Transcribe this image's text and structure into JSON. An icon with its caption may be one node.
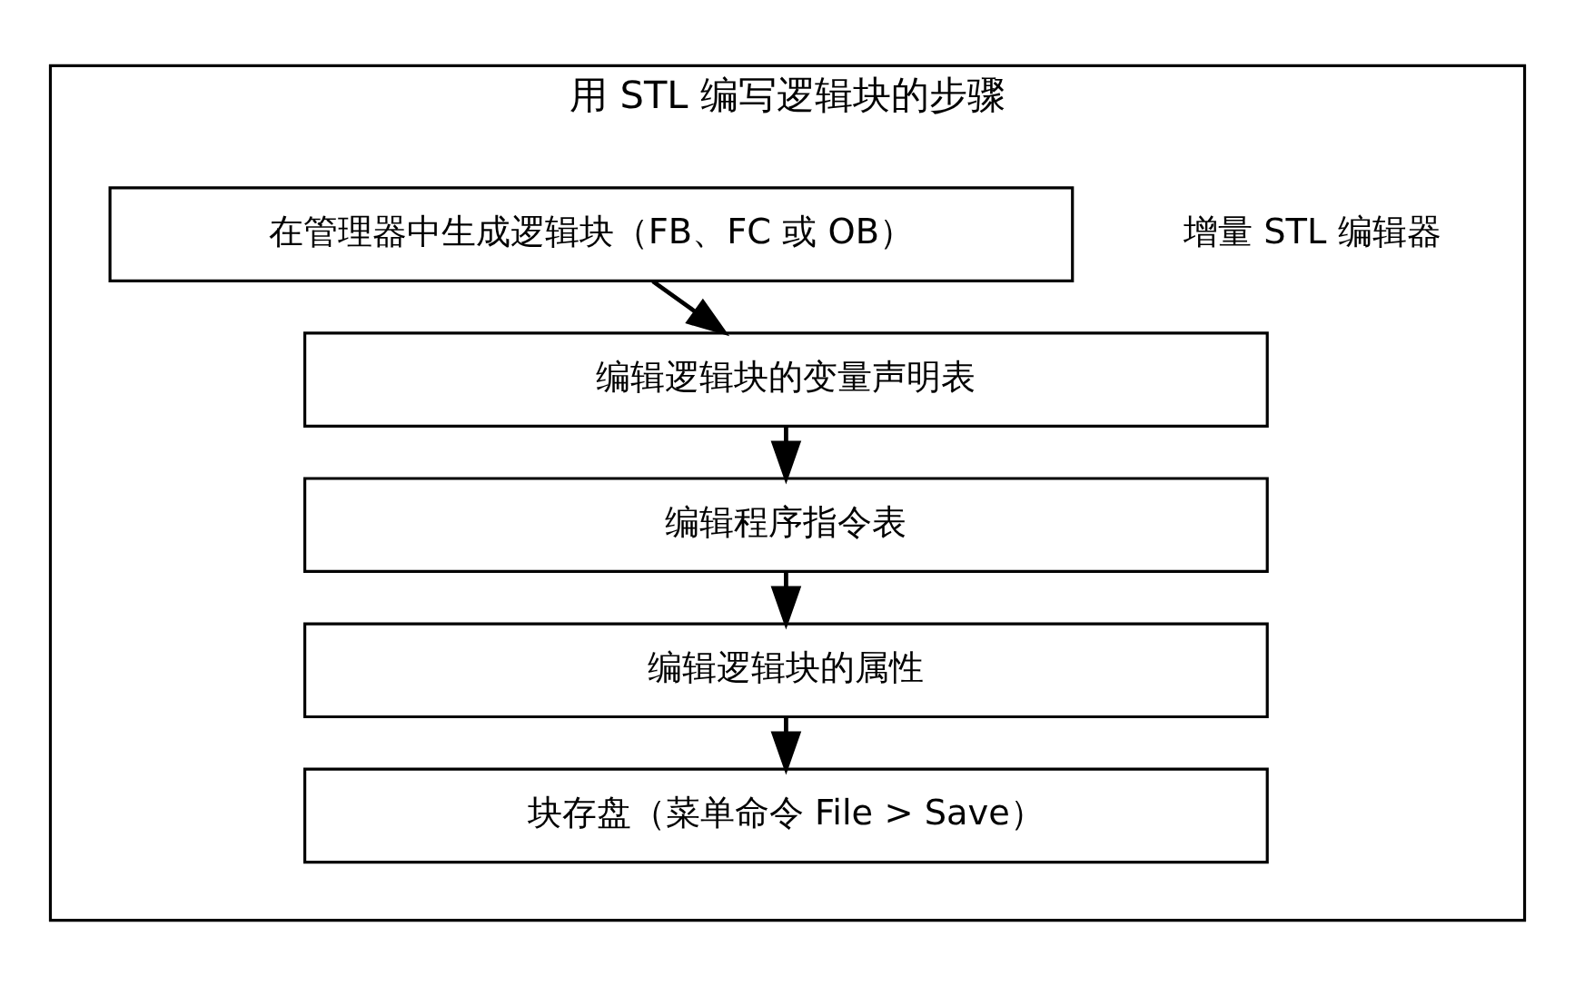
{
  "diagram": {
    "nodes": [
      {
        "text": [
          "用 STL 编写逻辑块的步骤"
        ]
      },
      {
        "text": [
          "在管理器中生成逻辑块（FB、FC 或 OB）"
        ],
        "in": 0
      },
      {
        "text": [
          "编辑逻辑块的变量声明表"
        ],
        "in": 0
      },
      {
        "text": [
          "编辑程序指令表"
        ],
        "in": 0
      },
      {
        "text": [
          "编辑逻辑块的属性"
        ],
        "in": 0
      },
      {
        "text": [
          "块存盘（菜单命令 File > Save）"
        ],
        "in": 0
      }
    ],
    "edges": [
      {
        "from": 1,
        "to": 2,
        "arrow": "to"
      },
      {
        "from": 2,
        "to": 3,
        "arrow": "to"
      },
      {
        "from": 3,
        "to": 4,
        "arrow": "to"
      },
      {
        "from": 4,
        "to": 5,
        "arrow": "to"
      }
    ],
    "labels": [
      "增量 STL 编辑器"
    ]
  }
}
